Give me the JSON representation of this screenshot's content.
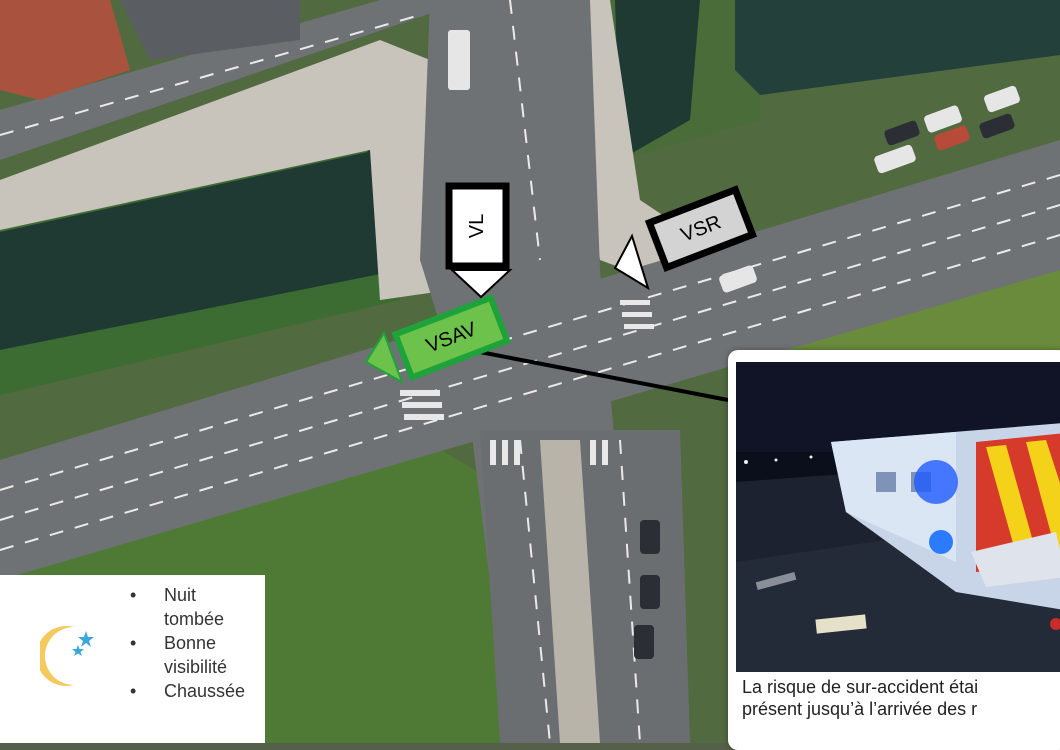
{
  "vehicles": {
    "vl": {
      "label": "VL",
      "color": "#ffffff",
      "border": "#000000"
    },
    "vsr": {
      "label": "VSR",
      "color": "#d0d0d0",
      "border": "#000000"
    },
    "vsav": {
      "label": "VSAV",
      "color": "#6cc24a",
      "border": "#1ea33a"
    }
  },
  "conditions": {
    "icon": "moon-stars-icon",
    "items": [
      {
        "line1": "Nuit",
        "line2": "tombée"
      },
      {
        "line1": "Bonne",
        "line2": "visibilité"
      },
      {
        "line1": "Chaussée",
        "line2": ""
      }
    ]
  },
  "photo": {
    "icon": "overturned-ambulance-photo",
    "caption_line1": "La risque de sur-accident étai",
    "caption_line2": "présent jusqu’à l’arrivée des r"
  },
  "colors": {
    "road": "#6f7275",
    "water": "#1f3a33",
    "vegetation": "#4f7a36",
    "sidewalk": "#c9c4bb",
    "moon": "#f4c95d",
    "stars": "#3aa7d8"
  }
}
